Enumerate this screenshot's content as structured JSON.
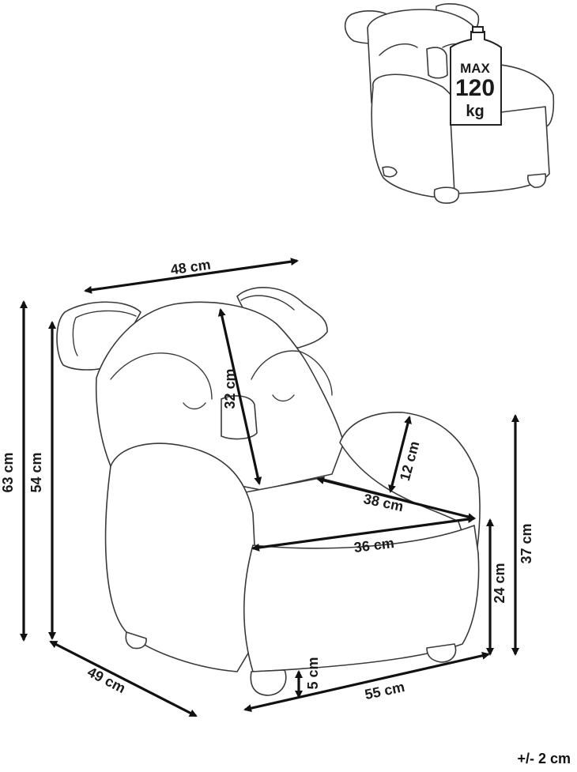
{
  "badge": {
    "line1": "MAX",
    "line2": "120",
    "line3": "kg"
  },
  "dimensions": {
    "width_top": "48 cm",
    "height_total": "63 cm",
    "height_back": "54 cm",
    "backrest_depth": "32 cm",
    "armrest_height": "12 cm",
    "seat_depth": "38 cm",
    "seat_width": "36 cm",
    "side_height": "37 cm",
    "seat_height": "24 cm",
    "depth": "49 cm",
    "leg_height": "5 cm",
    "width_bottom": "55 cm"
  },
  "tolerance": "+/- 2 cm",
  "colors": {
    "line": "#3a3a3a",
    "arrow": "#111111",
    "background": "#ffffff"
  }
}
